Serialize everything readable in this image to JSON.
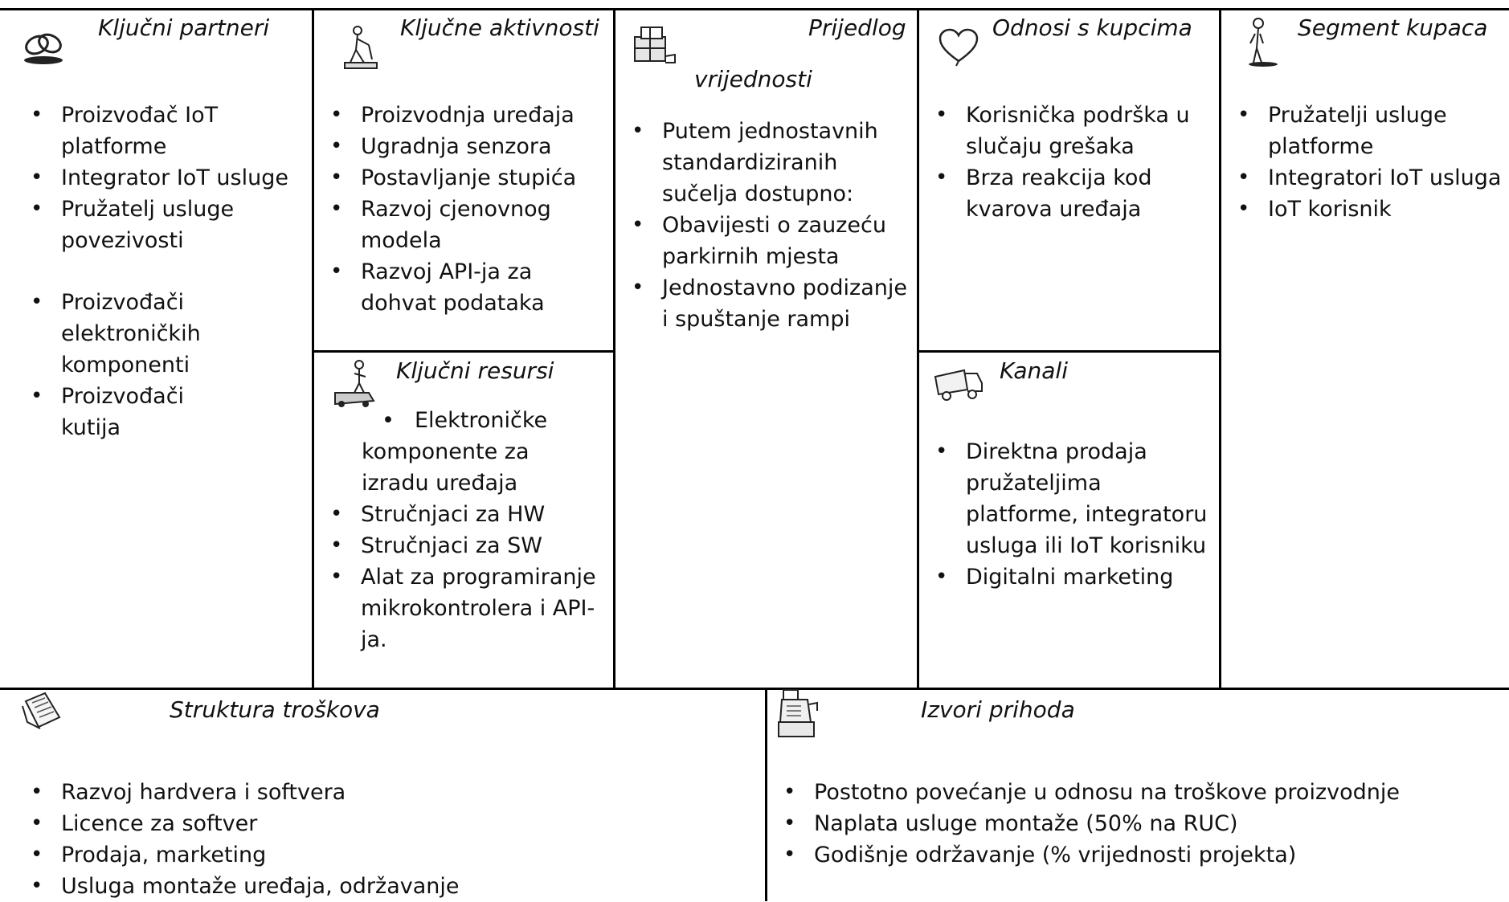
{
  "canvas": {
    "title": "Ključni partneri",
    "items": [
      "Proizvođač IoT platforme",
      "Integrator IoT usluge",
      "Pružatelj usluge povezivosti"
    ],
    "items_extra": [
      "Proizvođači elektroničkih komponenti",
      "Proizvođači kutija"
    ],
    "icon": "rings-icon"
  },
  "activities": {
    "title": "Ključne aktivnosti",
    "items": [
      "Proizvodnja uređaja",
      "Ugradnja senzora",
      "Postavljanje stupića",
      "Razvoj cjenovnog modela",
      "Razvoj API-ja za dohvat podataka"
    ],
    "icon": "worker-icon"
  },
  "resources": {
    "title": "Ključni resursi",
    "items": [
      "Elektroničke komponente za izradu uređaja",
      "Stručnjaci za HW",
      "Stručnjaci za SW",
      "Alat za programiranje mikrokontrolera i API-ja."
    ],
    "icon": "forklift-icon"
  },
  "value": {
    "title_line1": "Prijedlog",
    "title_line2": "vrijednosti",
    "items": [
      "Putem jednostavnih standardiziranih sučelja dostupno:",
      "Obavijesti o zauzeću parkirnih mjesta",
      "Jednostavno podizanje i spuštanje rampi"
    ],
    "icon": "gift-icon"
  },
  "relationships": {
    "title": "Odnosi s kupcima",
    "items": [
      "Korisnička podrška u slučaju grešaka",
      "Brza reakcija kod kvarova uređaja"
    ],
    "icon": "heart-icon"
  },
  "channels": {
    "title": "Kanali",
    "items": [
      "Direktna prodaja pružateljima platforme, integratoru usluga ili IoT korisniku",
      "Digitalni marketing"
    ],
    "icon": "truck-icon"
  },
  "segments": {
    "title": "Segment kupaca",
    "items": [
      "Pružatelji usluge platforme",
      "Integratori IoT usluga",
      "IoT korisnik"
    ],
    "icon": "person-icon"
  },
  "costs": {
    "title": "Struktura troškova",
    "items": [
      "Razvoj hardvera i softvera",
      "Licence za softver",
      "Prodaja, marketing",
      "Usluga montaže uređaja, održavanje"
    ],
    "icon": "papers-icon"
  },
  "revenue": {
    "title": "Izvori prihoda",
    "items": [
      "Postotno povećanje u odnosu na troškove proizvodnje",
      "Naplata usluge montaže (50% na RUC)",
      "Godišnje održavanje (% vrijednosti projekta)"
    ],
    "icon": "cash-register-icon"
  }
}
